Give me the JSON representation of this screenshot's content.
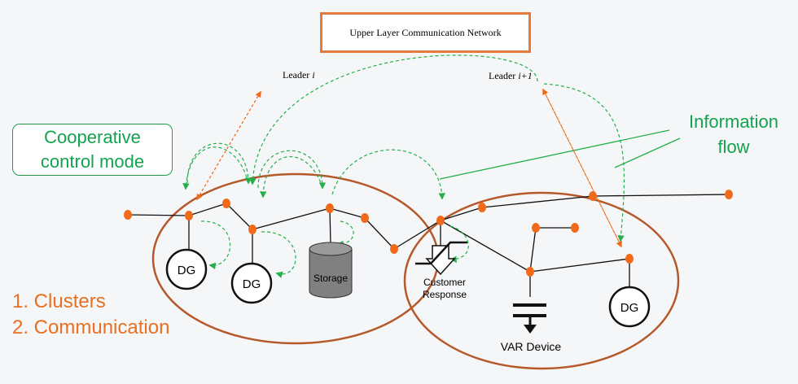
{
  "top_box": {
    "label": "Upper Layer Communication Network"
  },
  "leaders": [
    {
      "prefix": "Leader ",
      "index": "i"
    },
    {
      "prefix": "Leader ",
      "index": "i+1"
    }
  ],
  "cooperative_box": {
    "line1": "Cooperative",
    "line2": "control mode"
  },
  "information_flow": {
    "line1": "Information",
    "line2": "flow"
  },
  "notes": [
    "1. Clusters",
    "2. Communication"
  ],
  "components": {
    "dg_label": "DG",
    "storage_label": "Storage",
    "customer_line1": "Customer",
    "customer_line2": "Response",
    "var_label": "VAR Device"
  },
  "colors": {
    "cluster_outline": "#b5582a",
    "node": "#f06a1a",
    "info_arrow": "#23b04b",
    "leader_arrow": "#f06a1a",
    "green_text": "#12a34e",
    "orange_text": "#e96f21"
  }
}
